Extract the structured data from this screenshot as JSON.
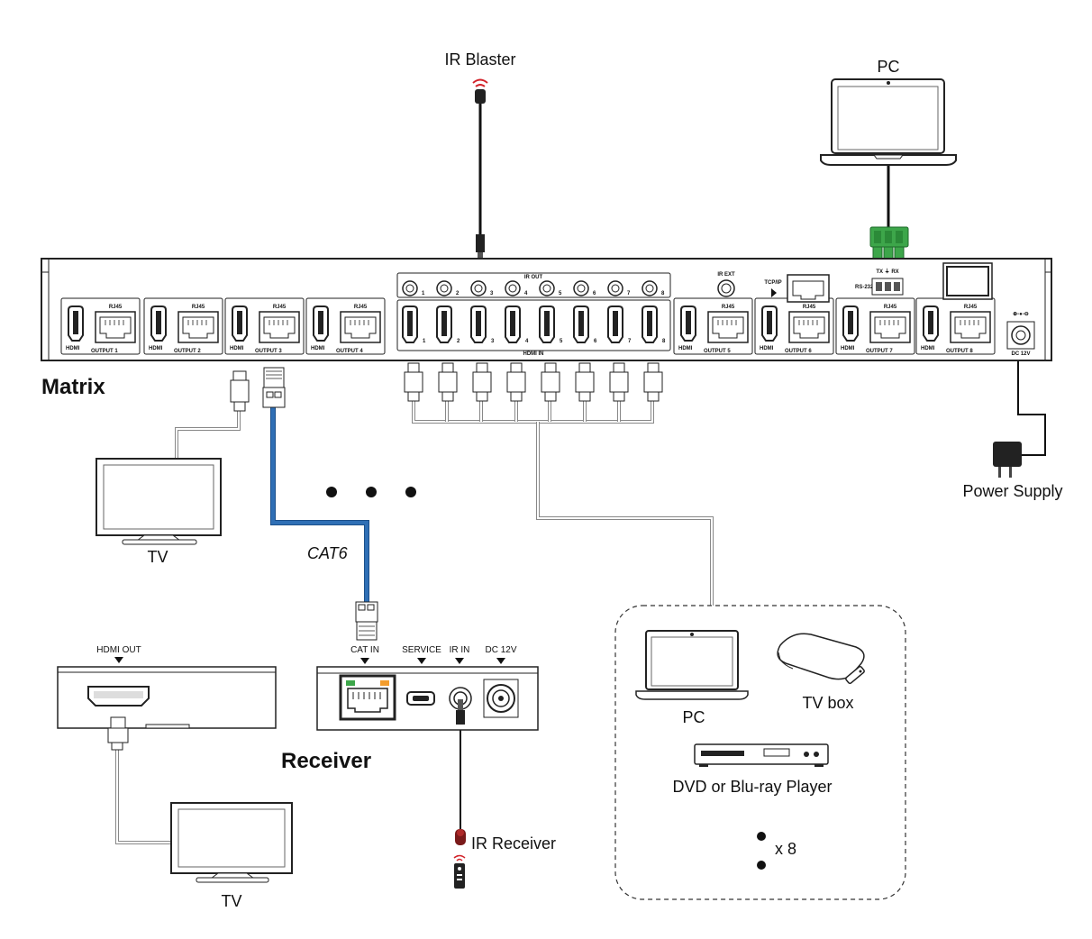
{
  "labels": {
    "ir_blaster": "IR Blaster",
    "pc_top": "PC",
    "matrix": "Matrix",
    "tv_left": "TV",
    "cat6": "CAT6",
    "receiver": "Receiver",
    "hdmi_out": "HDMI OUT",
    "tv_bottom": "TV",
    "ir_receiver": "IR Receiver",
    "power_supply": "Power Supply",
    "pc_source": "PC",
    "tv_box": "TV box",
    "dvd": "DVD or Blu-ray Player",
    "times8": "x 8"
  },
  "matrix_panel": {
    "ir_out": "IR OUT",
    "ir_ext": "IR EXT",
    "hdmi_in": "HDMI IN",
    "tcp_ip": "TCP/IP",
    "rs232": "RS-232",
    "tx_rx": "TX ⏚ RX",
    "dc12v": "DC 12V",
    "hdmi": "HDMI",
    "rj45": "RJ45",
    "outputs": [
      "OUTPUT 1",
      "OUTPUT 2",
      "OUTPUT 3",
      "OUTPUT 4",
      "OUTPUT 5",
      "OUTPUT 6",
      "OUTPUT 7",
      "OUTPUT 8"
    ],
    "ports": [
      "1",
      "2",
      "3",
      "4",
      "5",
      "6",
      "7",
      "8"
    ]
  },
  "receiver_panel": {
    "cat_in": "CAT IN",
    "service": "SERVICE",
    "ir_in": "IR IN",
    "dc12v": "DC 12V"
  },
  "colors": {
    "cat6_cable": "#2f6fb5",
    "rs232_terminal": "#3da64a",
    "ir_red": "#d2232a"
  }
}
